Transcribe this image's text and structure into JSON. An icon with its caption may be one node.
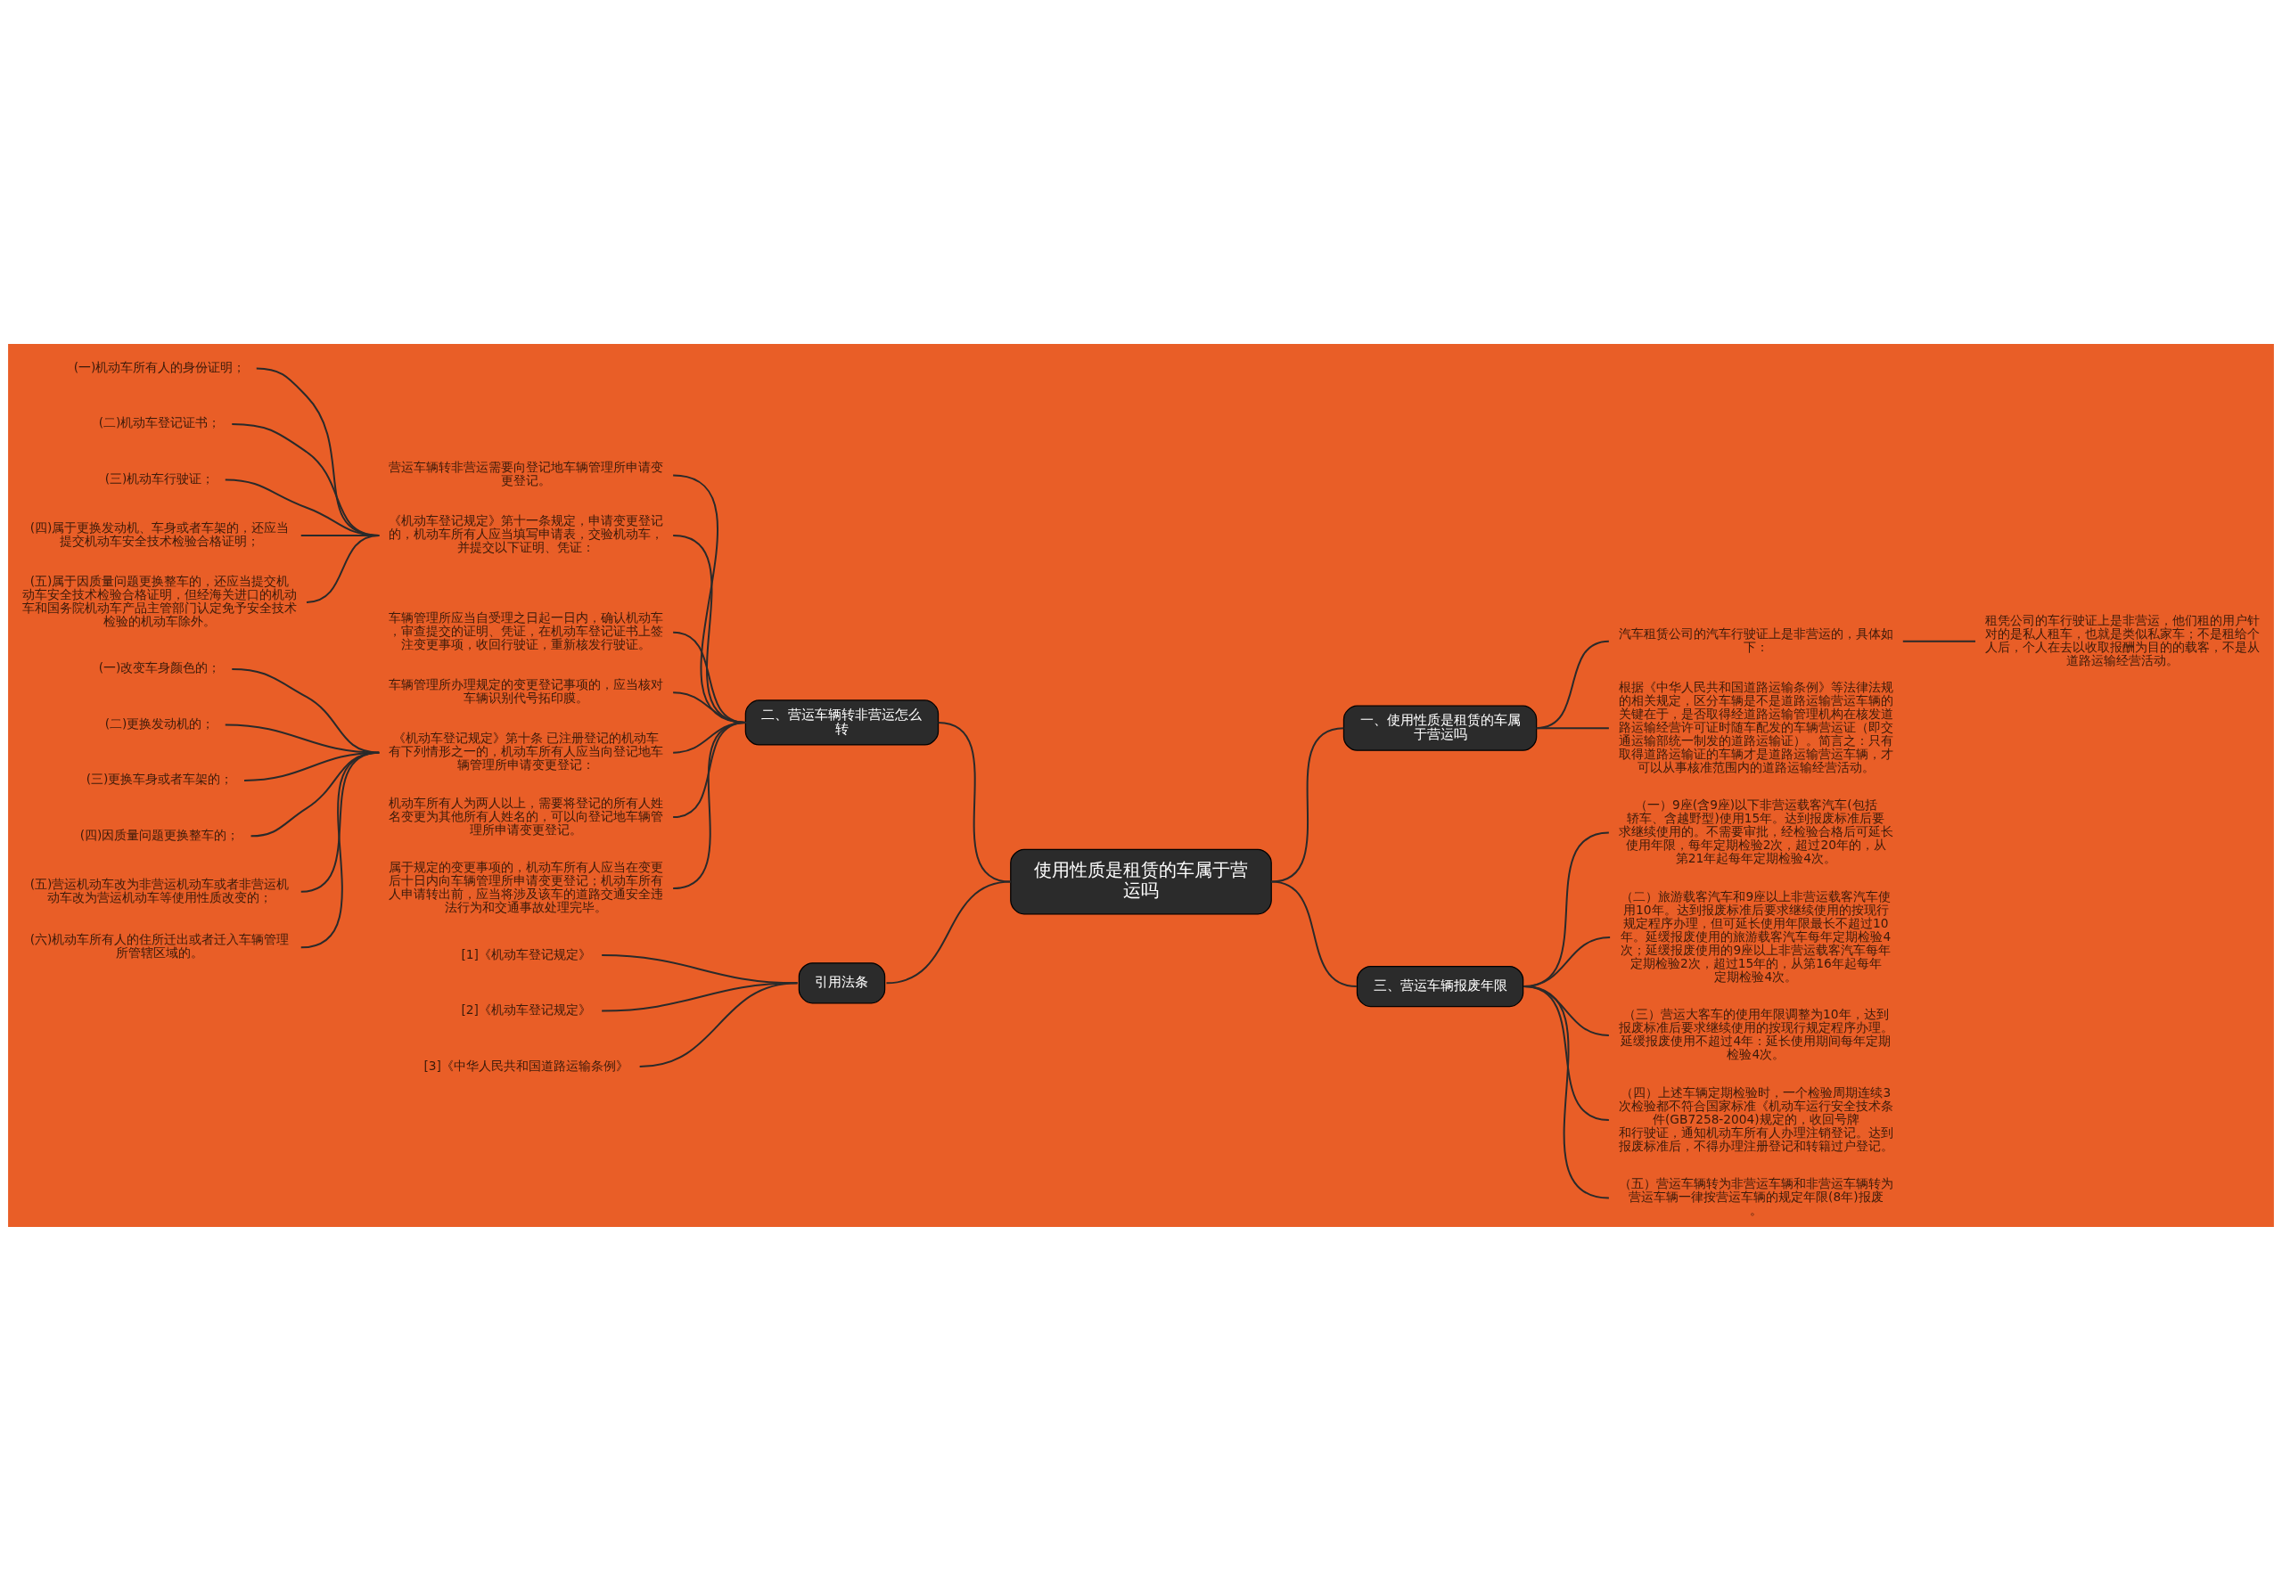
{
  "diagram": {
    "nodes": [
      {
        "text": [
          "使用性质是租赁的车属于营运吗"
        ]
      },
      {
        "text": [
          "一、使用性质是租赁的车属于营运吗"
        ]
      },
      {
        "text": [
          "汽车租赁公司的汽车行驶证上是非营运的，具体如下："
        ]
      },
      {
        "text": [
          "租凭公司的车行驶证上是非营运，他们租的用户针对的是私人租车，也就是类似私家车；不是租给个人后，个人在去以收取报酬为目的的载客，不是从道路运输经营活动。"
        ]
      },
      {
        "text": [
          "根据《中华人民共和国道路运输条例》等法律法规的相关规定，区分车辆是不是道路运输营运车辆的关键在于，是否取得经道路运输管理机构在核发道路运输经营许可证时随车配发的车辆营运证（即交通运输部统一制发的道路运输证）。简言之：只有取得道路运输证的车辆才是道路运输营运车辆，才可以从事核准范围内的道路运输经营活动。"
        ]
      },
      {
        "text": [
          "二、营运车辆转非营运怎么转"
        ]
      },
      {
        "text": [
          "营运车辆转非营运需要向登记地车辆管理所申请变更登记。"
        ]
      },
      {
        "text": [
          "《机动车登记规定》第十一条规定，申请变更登记的，机动车所有人应当填写申请表，交验机动车，并提交以下证明、凭证："
        ]
      },
      {
        "text": [
          "(一)机动车所有人的身份证明；"
        ]
      },
      {
        "text": [
          "(二)机动车登记证书；"
        ]
      },
      {
        "text": [
          "(三)机动车行驶证；"
        ]
      },
      {
        "text": [
          "(四)属于更换发动机、车身或者车架的，还应当提交机动车安全技术检验合格证明；"
        ]
      },
      {
        "text": [
          "(五)属于因质量问题更换整车的，还应当提交机动车安全技术检验合格证明，但经海关进口的机动车和国务院机动车产品主管部门认定免予安全技术检验的机动车除外。"
        ]
      },
      {
        "text": [
          "车辆管理所应当自受理之日起一日内，确认机动车，审查提交的证明、凭证，在机动车登记证书上签注变更事项，收回行驶证，重新核发行驶证。"
        ]
      },
      {
        "text": [
          "车辆管理所办理规定的变更登记事项的，应当核对车辆识别代号拓印膜。"
        ]
      },
      {
        "text": [
          "《机动车登记规定》第十条 已注册登记的机动车有下列情形之一的，机动车所有人应当向登记地车辆管理所申请变更登记："
        ]
      },
      {
        "text": [
          "(一)改变车身颜色的；"
        ]
      },
      {
        "text": [
          "(二)更换发动机的；"
        ]
      },
      {
        "text": [
          "(三)更换车身或者车架的；"
        ]
      },
      {
        "text": [
          "(四)因质量问题更换整车的；"
        ]
      },
      {
        "text": [
          "(五)营运机动车改为非营运机动车或者非营运机动车改为营运机动车等使用性质改变的；"
        ]
      },
      {
        "text": [
          "(六)机动车所有人的住所迁出或者迁入车辆管理所管辖区域的。"
        ]
      },
      {
        "text": [
          "机动车所有人为两人以上，需要将登记的所有人姓名变更为其他所有人姓名的，可以向登记地车辆管理所申请变更登记。"
        ]
      },
      {
        "text": [
          "属于规定的变更事项的，机动车所有人应当在变更后十日内向车辆管理所申请变更登记；机动车所有人申请转出前，应当将涉及该车的道路交通安全违法行为和交通事故处理完毕。"
        ]
      },
      {
        "text": [
          "三、营运车辆报废年限"
        ]
      },
      {
        "text": [
          "（一）9座(含9座)以下非营运载客汽车(包括轿车、含越野型)使用15年。达到报废标准后要求继续使用的。不需要审批，经检验合格后可延长使用年限，每年定期检验2次，超过20年的，从第21年起每年定期检验4次。"
        ]
      },
      {
        "text": [
          "（二）旅游载客汽车和9座以上非营运载客汽车使用10年。达到报废标准后要求继续使用的按现行规定程序办理，但可延长使用年限最长不超过10年。延缓报废使用的旅游载客汽车每年定期检验4次；延缓报废使用的9座以上非营运载客汽车每年定期检验2次，超过15年的，从第16年起每年定期检验4次。"
        ]
      },
      {
        "text": [
          "（三）营运大客车的使用年限调整为10年，达到报废标准后要求继续使用的按现行规定程序办理。延缓报废使用不超过4年：延长使用期间每年定期检验4次。"
        ]
      },
      {
        "text": [
          "（四）上述车辆定期检验时，一个检验周期连续3次检验都不符合国家标准《机动车运行安全技术条件(GB7258-2004)规定的，收回号牌和行驶证，通知机动车所有人办理注销登记。达到报废标准后，不得办理注册登记和转籍过户登记。"
        ]
      },
      {
        "text": [
          "（五）营运车辆转为非营运车辆和非营运车辆转为营运车辆一律按营运车辆的规定年限(8年)报废。"
        ]
      },
      {
        "text": [
          "引用法条"
        ]
      },
      {
        "text": [
          "[1]《机动车登记规定》"
        ]
      },
      {
        "text": [
          "[2]《机动车登记规定》"
        ]
      },
      {
        "text": [
          "[3]《中华人民共和国道路运输条例》"
        ]
      }
    ],
    "edges": [
      {
        "from": 0,
        "to": 1,
        "arrow": "none"
      },
      {
        "from": 1,
        "to": 2,
        "arrow": "none"
      },
      {
        "from": 2,
        "to": 3,
        "arrow": "none"
      },
      {
        "from": 1,
        "to": 4,
        "arrow": "none"
      },
      {
        "from": 0,
        "to": 5,
        "arrow": "none"
      },
      {
        "from": 5,
        "to": 6,
        "arrow": "none"
      },
      {
        "from": 5,
        "to": 7,
        "arrow": "none"
      },
      {
        "from": 7,
        "to": 8,
        "arrow": "none"
      },
      {
        "from": 7,
        "to": 9,
        "arrow": "none"
      },
      {
        "from": 7,
        "to": 10,
        "arrow": "none"
      },
      {
        "from": 7,
        "to": 11,
        "arrow": "none"
      },
      {
        "from": 7,
        "to": 12,
        "arrow": "none"
      },
      {
        "from": 5,
        "to": 13,
        "arrow": "none"
      },
      {
        "from": 5,
        "to": 14,
        "arrow": "none"
      },
      {
        "from": 5,
        "to": 15,
        "arrow": "none"
      },
      {
        "from": 15,
        "to": 16,
        "arrow": "none"
      },
      {
        "from": 15,
        "to": 17,
        "arrow": "none"
      },
      {
        "from": 15,
        "to": 18,
        "arrow": "none"
      },
      {
        "from": 15,
        "to": 19,
        "arrow": "none"
      },
      {
        "from": 15,
        "to": 20,
        "arrow": "none"
      },
      {
        "from": 15,
        "to": 21,
        "arrow": "none"
      },
      {
        "from": 5,
        "to": 22,
        "arrow": "none"
      },
      {
        "from": 5,
        "to": 23,
        "arrow": "none"
      },
      {
        "from": 0,
        "to": 24,
        "arrow": "none"
      },
      {
        "from": 24,
        "to": 25,
        "arrow": "none"
      },
      {
        "from": 24,
        "to": 26,
        "arrow": "none"
      },
      {
        "from": 24,
        "to": 27,
        "arrow": "none"
      },
      {
        "from": 24,
        "to": 28,
        "arrow": "none"
      },
      {
        "from": 24,
        "to": 29,
        "arrow": "none"
      },
      {
        "from": 0,
        "to": 30,
        "arrow": "none"
      },
      {
        "from": 30,
        "to": 31,
        "arrow": "none"
      },
      {
        "from": 30,
        "to": 32,
        "arrow": "none"
      },
      {
        "from": 30,
        "to": 33,
        "arrow": "none"
      }
    ]
  }
}
